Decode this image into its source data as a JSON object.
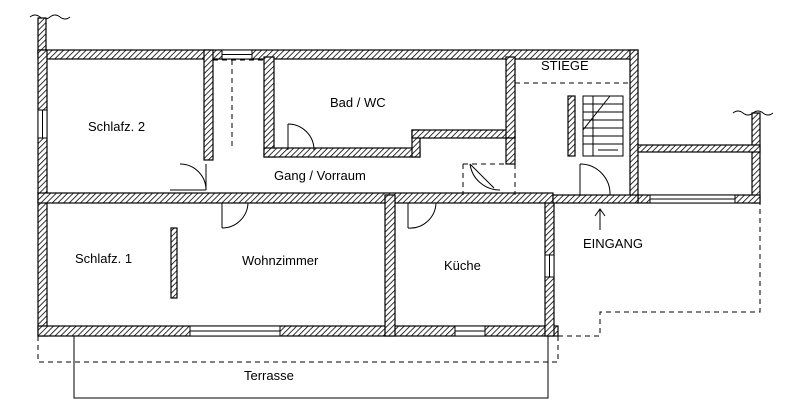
{
  "rooms": {
    "schlafz2": "Schlafz. 2",
    "bad_wc": "Bad / WC",
    "stiege": "STIEGE",
    "gang": "Gang / Vorraum",
    "schlafz1": "Schlafz. 1",
    "wohnzimmer": "Wohnzimmer",
    "kueche": "Küche",
    "eingang": "EINGANG",
    "terrasse": "Terrasse"
  }
}
